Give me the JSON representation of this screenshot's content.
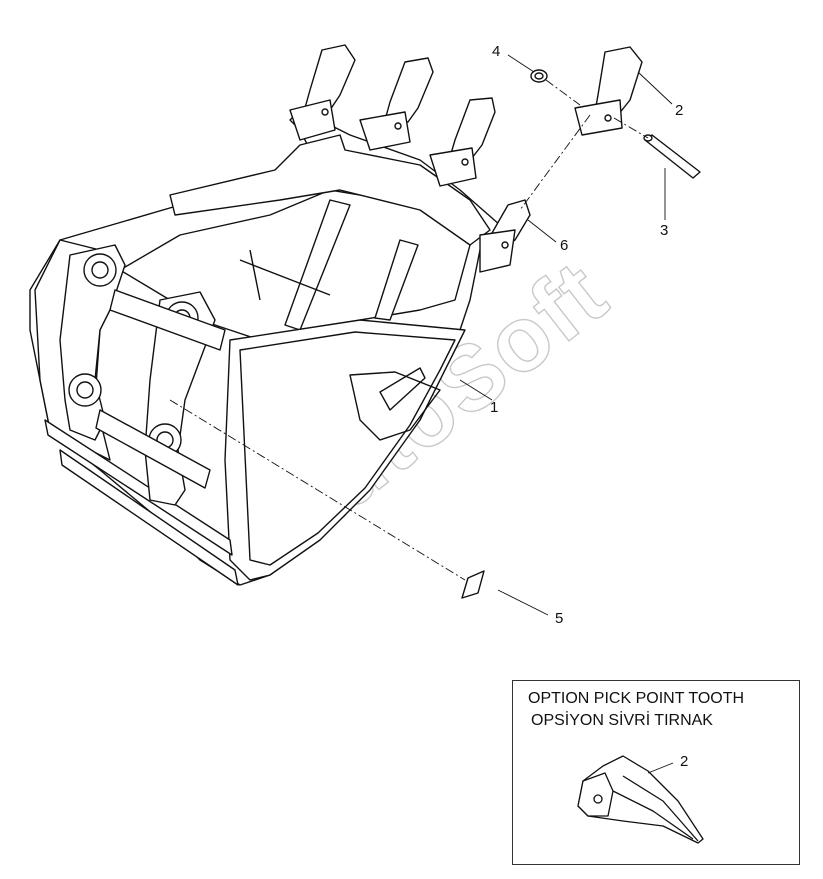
{
  "watermark": "AutoSoft",
  "callouts": [
    {
      "id": "callout-1",
      "label": "1"
    },
    {
      "id": "callout-2",
      "label": "2"
    },
    {
      "id": "callout-3",
      "label": "3"
    },
    {
      "id": "callout-4",
      "label": "4"
    },
    {
      "id": "callout-5",
      "label": "5"
    },
    {
      "id": "callout-6",
      "label": "6"
    }
  ],
  "inset": {
    "title": "OPTION PICK POINT TOOTH",
    "subtitle": "OPSİYON SİVRİ TIRNAK",
    "callout": "2"
  }
}
